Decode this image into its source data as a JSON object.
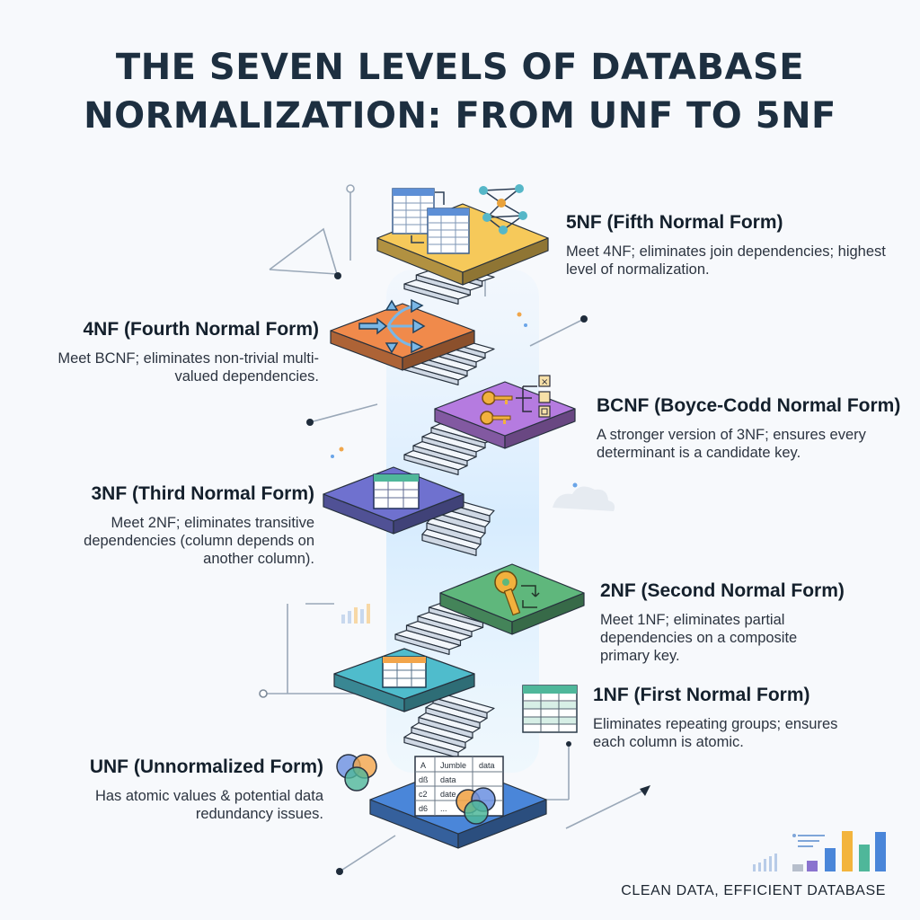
{
  "title": {
    "line1": "THE SEVEN LEVELS OF DATABASE",
    "line2": "NORMALIZATION: FROM UNF TO 5NF"
  },
  "levels": {
    "nf5": {
      "name": "5NF (Fifth Normal Form)",
      "description": "Meet 4NF; eliminates join dependencies; highest level of normalization.",
      "color": "#f6c95a"
    },
    "nf4": {
      "name": "4NF (Fourth Normal Form)",
      "description": "Meet BCNF; eliminates non-trivial multi-valued dependencies.",
      "color": "#f08a4b"
    },
    "bcnf": {
      "name": "BCNF (Boyce-Codd Normal Form)",
      "description": "A stronger version of 3NF; ensures every determinant is a candidate key.",
      "color": "#b57be0"
    },
    "nf3": {
      "name": "3NF (Third Normal Form)",
      "description": "Meet 2NF; eliminates transitive dependencies (column depends on another column).",
      "color": "#6f71cf"
    },
    "nf2": {
      "name": "2NF (Second Normal Form)",
      "description": "Meet 1NF; eliminates partial dependencies on a composite primary key.",
      "color": "#5fb77c"
    },
    "nf1": {
      "name": "1NF (First Normal Form)",
      "description": "Eliminates repeating groups; ensures each column is atomic.",
      "color": "#4fbccc"
    },
    "unf": {
      "name": "UNF (Unnormalized Form)",
      "description": "Has atomic values & potential data redundancy issues.",
      "color": "#4a86d9"
    }
  },
  "unf_table": {
    "rows": [
      [
        "A",
        "Jumble",
        "data"
      ],
      [
        "dß",
        "data",
        ""
      ],
      [
        "c2",
        "date",
        ""
      ],
      [
        "d6",
        "...",
        ""
      ]
    ]
  },
  "icons": {
    "nf5": "tables-and-network-graph-icon",
    "nf4": "branching-arrows-icon",
    "bcnf": "keys-to-checkboxes-icon",
    "nf3": "table-grid-icon",
    "nf2": "key-with-arrows-icon",
    "nf1": "table-grid-icon",
    "unf": "jumbled-table-venn-icon"
  },
  "footer": "CLEAN DATA, EFFICIENT DATABASE"
}
